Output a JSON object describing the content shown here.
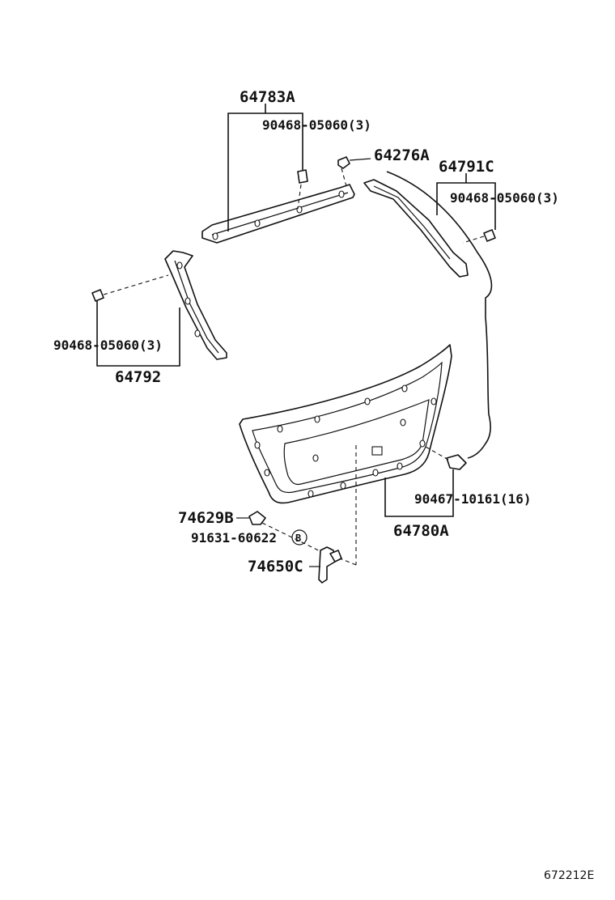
{
  "labels": {
    "p64783A": "64783A",
    "p90468_top": "90468-05060(3)",
    "p64276A": "64276A",
    "p64791C": "64791C",
    "p90468_right": "90468-05060(3)",
    "p90468_left": "90468-05060(3)",
    "p64792": "64792",
    "p74629B": "74629B",
    "p91631": "91631-60622",
    "circle_b": "B",
    "p74650C": "74650C",
    "p90467": "90467-10161(16)",
    "p64780A": "64780A"
  },
  "diagram_id": "672212E"
}
